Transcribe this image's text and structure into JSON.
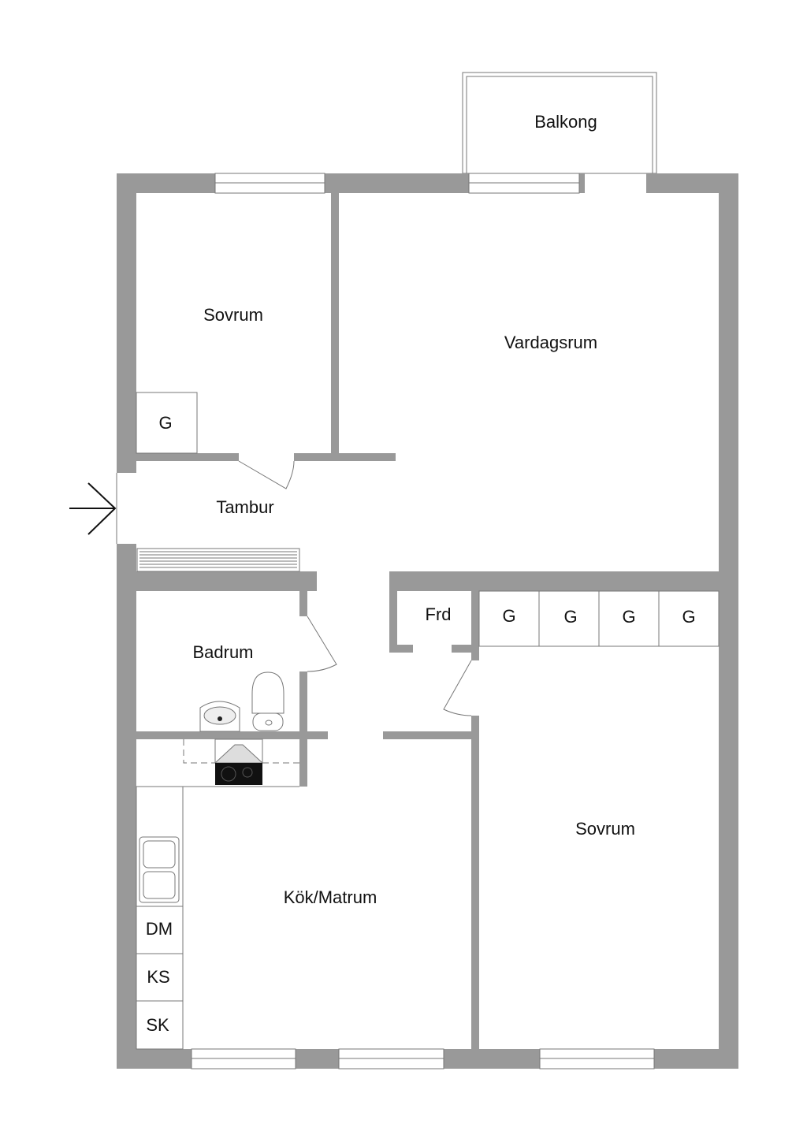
{
  "rooms": {
    "balkong": "Balkong",
    "sovrum_1": "Sovrum",
    "vardagsrum": "Vardagsrum",
    "tambur": "Tambur",
    "badrum": "Badrum",
    "frd": "Frd",
    "kok_matrum": "Kök/Matrum",
    "sovrum_2": "Sovrum"
  },
  "closets": {
    "g_sovrum": "G",
    "g_row": [
      "G",
      "G",
      "G",
      "G"
    ]
  },
  "kitchen_units": [
    "DM",
    "KS",
    "SK"
  ],
  "colors": {
    "wall": "#999999",
    "line": "#777777"
  }
}
